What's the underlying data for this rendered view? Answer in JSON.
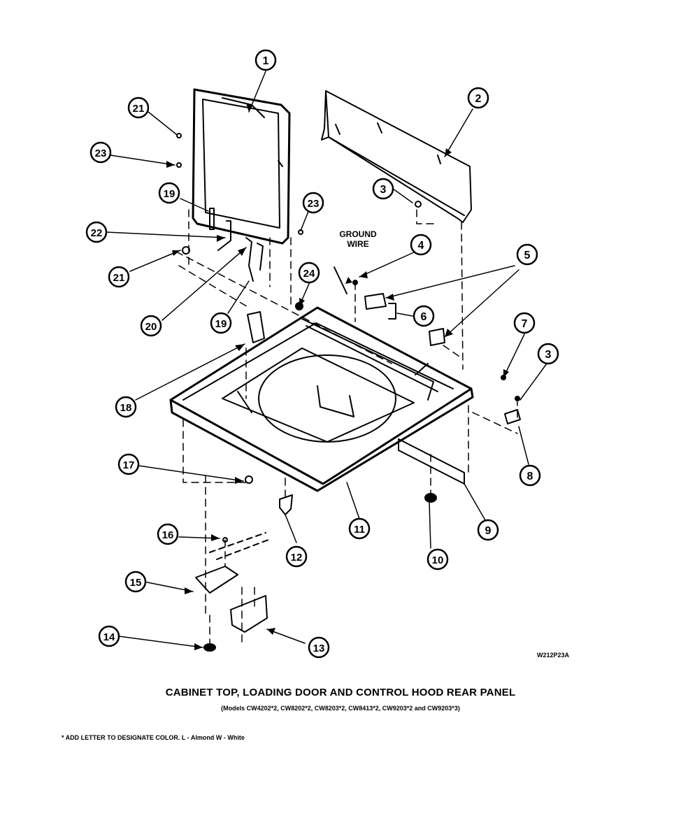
{
  "diagram": {
    "callouts": [
      "1",
      "2",
      "3",
      "4",
      "5",
      "6",
      "7",
      "3",
      "8",
      "9",
      "10",
      "11",
      "12",
      "13",
      "14",
      "15",
      "16",
      "17",
      "18",
      "19",
      "20",
      "21",
      "22",
      "19",
      "23",
      "24",
      "23",
      "21"
    ],
    "ground_wire_label": [
      "GROUND",
      "WIRE"
    ],
    "drawing_code": "W212P23A"
  },
  "caption": {
    "title": "CABINET TOP, LOADING DOOR AND CONTROL HOOD REAR PANEL",
    "subtitle": "(Models CW4202*2, CW8202*2, CW8203*2, CW8413*2, CW9203*2 and CW9203*3)",
    "note": "* ADD LETTER TO DESIGNATE COLOR.  L - Almond  W - White"
  }
}
